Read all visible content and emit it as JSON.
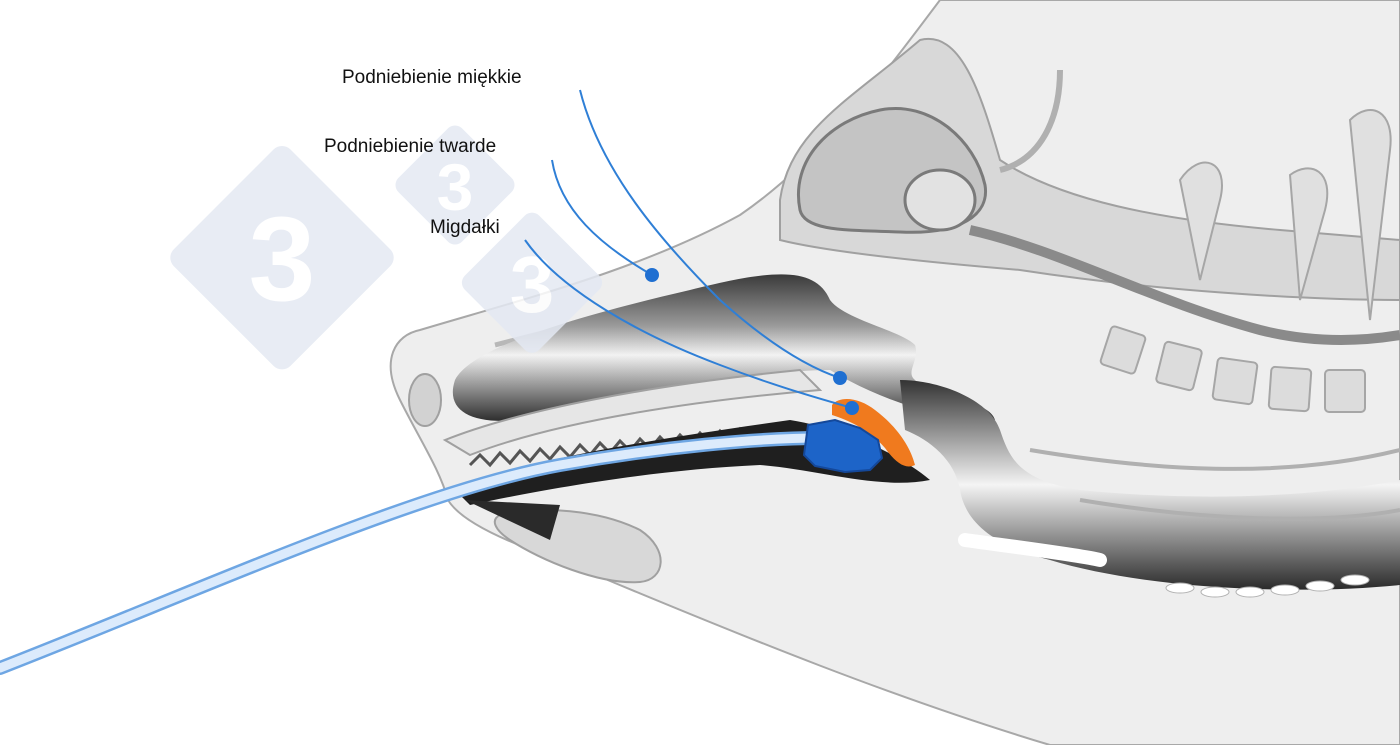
{
  "labels": {
    "soft_palate": "Podniebienie miękkie",
    "hard_palate": "Podniebienie twarde",
    "tonsils": "Migdałki"
  },
  "watermark": {
    "glyph": "3"
  },
  "colors": {
    "background": "#ffffff",
    "head_fill": "#eeeeee",
    "outline": "#a8a8a8",
    "leader_line": "#2f7fd6",
    "marker_dot": "#1f6fd1",
    "tonsil_orange": "#f07a1e",
    "swab_blue": "#1d64c8",
    "tube_light_blue": "#cfe3fb",
    "watermark": "#e4e9f3"
  }
}
